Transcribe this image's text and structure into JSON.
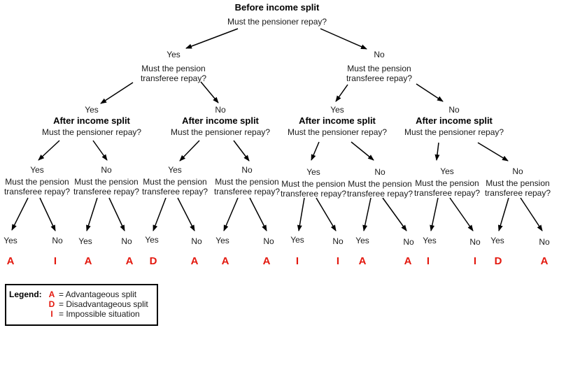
{
  "diagram": {
    "root": {
      "title": "Before income split",
      "question": "Must the pensioner repay?"
    },
    "level1": [
      {
        "answer": "Yes",
        "question": "Must the pension transferee repay?"
      },
      {
        "answer": "No",
        "question": "Must the pension transferee repay?"
      }
    ],
    "level2": [
      {
        "answer": "Yes",
        "title": "After income split",
        "question": "Must the pensioner repay?"
      },
      {
        "answer": "No",
        "title": "After income split",
        "question": "Must the pensioner repay?"
      },
      {
        "answer": "Yes",
        "title": "After income split",
        "question": "Must the pensioner repay?"
      },
      {
        "answer": "No",
        "title": "After income split",
        "question": "Must the pensioner repay?"
      }
    ],
    "level3": [
      {
        "answer": "Yes",
        "question": "Must the pension transferee repay?"
      },
      {
        "answer": "No",
        "question": "Must the pension transferee repay?"
      },
      {
        "answer": "Yes",
        "question": "Must the pension transferee repay?"
      },
      {
        "answer": "No",
        "question": "Must the pension transferee repay?"
      },
      {
        "answer": "Yes",
        "question": "Must the pension transferee repay?"
      },
      {
        "answer": "No",
        "question": "Must the pension transferee repay?"
      },
      {
        "answer": "Yes",
        "question": "Must the pension transferee repay?"
      },
      {
        "answer": "No",
        "question": "Must the pension transferee repay?"
      }
    ],
    "leaves": [
      {
        "answer": "Yes",
        "result": "A"
      },
      {
        "answer": "No",
        "result": "I"
      },
      {
        "answer": "Yes",
        "result": "A"
      },
      {
        "answer": "No",
        "result": "A"
      },
      {
        "answer": "Yes",
        "result": "D"
      },
      {
        "answer": "No",
        "result": "A"
      },
      {
        "answer": "Yes",
        "result": "A"
      },
      {
        "answer": "No",
        "result": "A"
      },
      {
        "answer": "Yes",
        "result": "I"
      },
      {
        "answer": "No",
        "result": "I"
      },
      {
        "answer": "Yes",
        "result": "A"
      },
      {
        "answer": "No",
        "result": "A"
      },
      {
        "answer": "Yes",
        "result": "I"
      },
      {
        "answer": "No",
        "result": "I"
      },
      {
        "answer": "Yes",
        "result": "D"
      },
      {
        "answer": "No",
        "result": "A"
      }
    ]
  },
  "legend": {
    "label": "Legend:",
    "items": [
      {
        "key": "A",
        "desc": "= Advantageous split"
      },
      {
        "key": "D",
        "desc": "= Disadvantageous split"
      },
      {
        "key": "I",
        "desc": "= Impossible situation"
      }
    ]
  },
  "colors": {
    "result_red": "#e3180e",
    "line": "#000000",
    "background": "#ffffff"
  }
}
